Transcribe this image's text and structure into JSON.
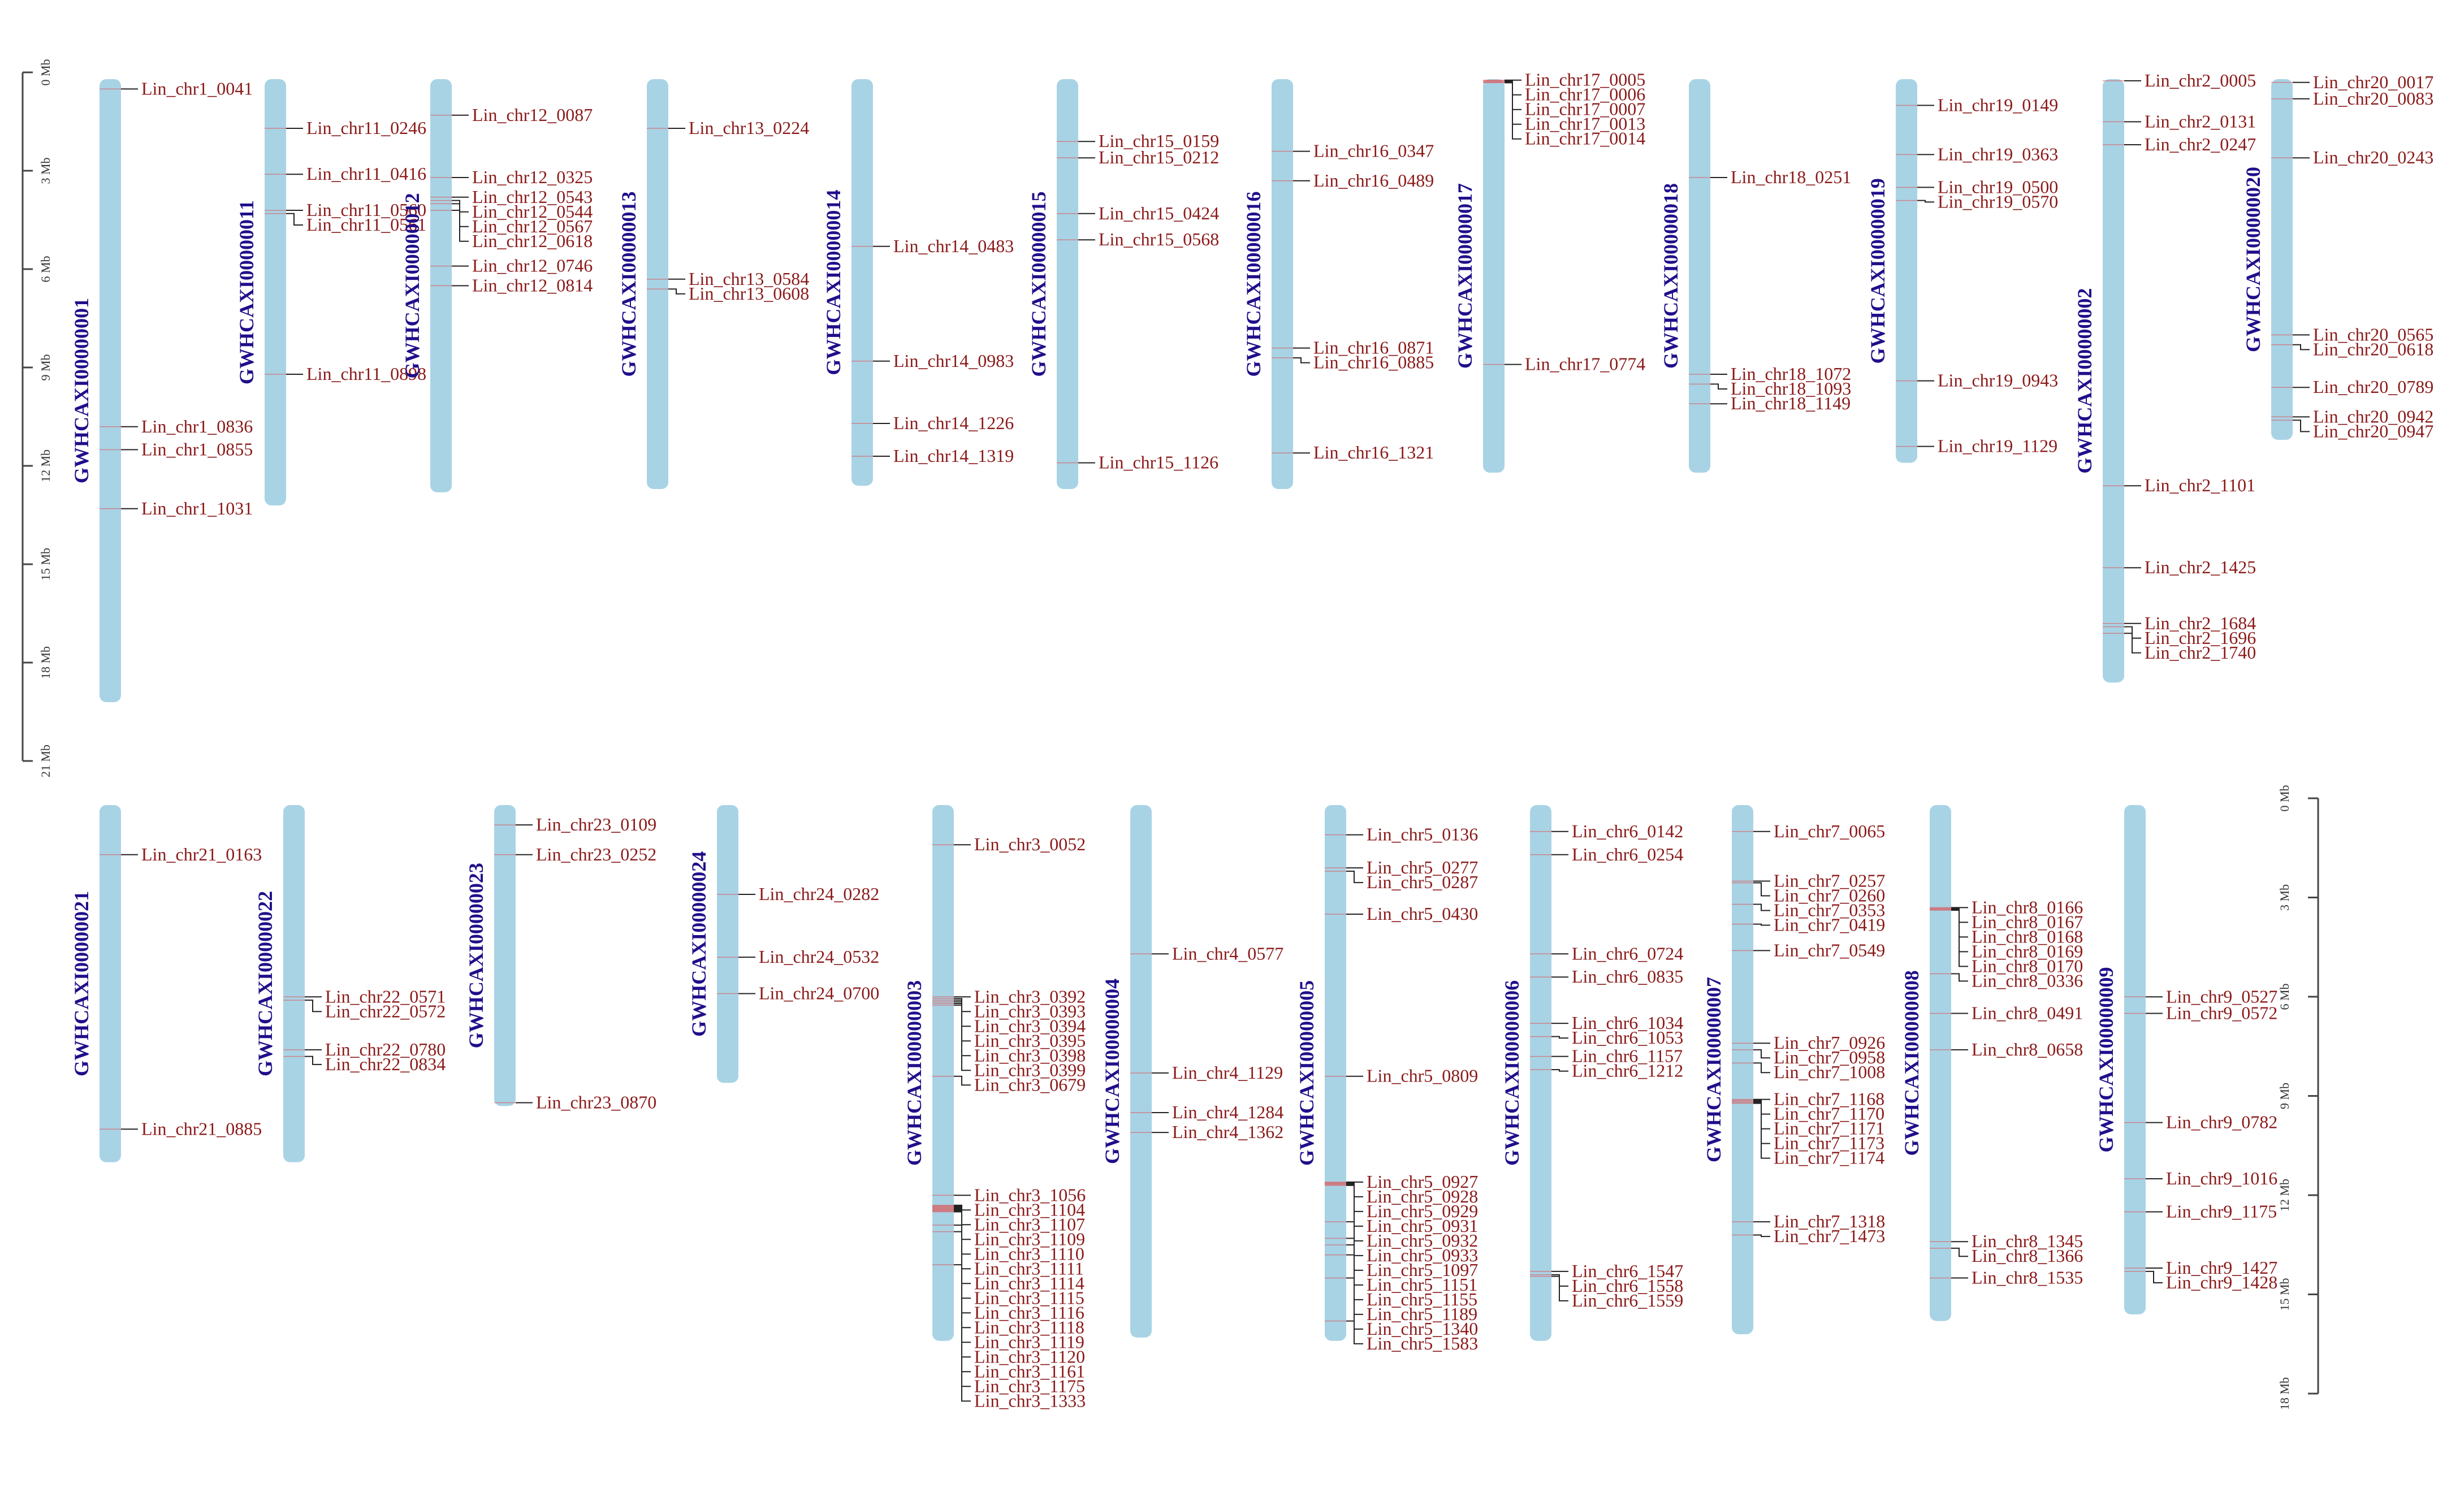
{
  "colors": {
    "chromosome": "#a8d3e5",
    "gene_label": "#8b1a1a",
    "chromosome_label": "#1f0f8a",
    "connector": "#222222",
    "highlight": "#e05050",
    "scale": "#444444"
  },
  "scales": [
    {
      "ticks": [
        "0 Mb",
        "3 Mb",
        "6 Mb",
        "9 Mb",
        "12 Mb",
        "15 Mb",
        "18 Mb",
        "21 Mb"
      ]
    },
    {
      "ticks": [
        "0 Mb",
        "3 Mb",
        "6 Mb",
        "9 Mb",
        "12 Mb",
        "15 Mb",
        "18 Mb"
      ]
    }
  ],
  "chromosomes": [
    {
      "name": "GWHCAXI00000001",
      "length_mb": 19.0,
      "genes": [
        {
          "id": "Lin_chr1_0041",
          "pos_mb": 0.3
        },
        {
          "id": "Lin_chr1_0836",
          "pos_mb": 10.6
        },
        {
          "id": "Lin_chr1_0855",
          "pos_mb": 11.3
        },
        {
          "id": "Lin_chr1_1031",
          "pos_mb": 13.1
        }
      ]
    },
    {
      "name": "GWHCAXI00000011",
      "length_mb": 13.0,
      "genes": [
        {
          "id": "Lin_chr11_0246",
          "pos_mb": 1.5
        },
        {
          "id": "Lin_chr11_0416",
          "pos_mb": 2.9
        },
        {
          "id": "Lin_chr11_0560",
          "pos_mb": 4.0
        },
        {
          "id": "Lin_chr11_0561",
          "pos_mb": 4.1
        },
        {
          "id": "Lin_chr11_0898",
          "pos_mb": 9.0
        }
      ]
    },
    {
      "name": "GWHCAXI00000012",
      "length_mb": 12.6,
      "genes": [
        {
          "id": "Lin_chr12_0087",
          "pos_mb": 1.1
        },
        {
          "id": "Lin_chr12_0325",
          "pos_mb": 3.0
        },
        {
          "id": "Lin_chr12_0543",
          "pos_mb": 3.6
        },
        {
          "id": "Lin_chr12_0544",
          "pos_mb": 3.7
        },
        {
          "id": "Lin_chr12_0567",
          "pos_mb": 3.8
        },
        {
          "id": "Lin_chr12_0618",
          "pos_mb": 4.0
        },
        {
          "id": "Lin_chr12_0746",
          "pos_mb": 5.7
        },
        {
          "id": "Lin_chr12_0814",
          "pos_mb": 6.3
        }
      ]
    },
    {
      "name": "GWHCAXI00000013",
      "length_mb": 12.5,
      "genes": [
        {
          "id": "Lin_chr13_0224",
          "pos_mb": 1.5
        },
        {
          "id": "Lin_chr13_0584",
          "pos_mb": 6.1
        },
        {
          "id": "Lin_chr13_0608",
          "pos_mb": 6.4
        }
      ]
    },
    {
      "name": "GWHCAXI00000014",
      "length_mb": 12.4,
      "genes": [
        {
          "id": "Lin_chr14_0483",
          "pos_mb": 5.1
        },
        {
          "id": "Lin_chr14_0983",
          "pos_mb": 8.6
        },
        {
          "id": "Lin_chr14_1226",
          "pos_mb": 10.5
        },
        {
          "id": "Lin_chr14_1319",
          "pos_mb": 11.5
        }
      ]
    },
    {
      "name": "GWHCAXI00000015",
      "length_mb": 12.5,
      "genes": [
        {
          "id": "Lin_chr15_0159",
          "pos_mb": 1.9
        },
        {
          "id": "Lin_chr15_0212",
          "pos_mb": 2.4
        },
        {
          "id": "Lin_chr15_0424",
          "pos_mb": 4.1
        },
        {
          "id": "Lin_chr15_0568",
          "pos_mb": 4.9
        },
        {
          "id": "Lin_chr15_1126",
          "pos_mb": 11.7
        }
      ]
    },
    {
      "name": "GWHCAXI00000016",
      "length_mb": 12.5,
      "genes": [
        {
          "id": "Lin_chr16_0347",
          "pos_mb": 2.2
        },
        {
          "id": "Lin_chr16_0489",
          "pos_mb": 3.1
        },
        {
          "id": "Lin_chr16_0871",
          "pos_mb": 8.2
        },
        {
          "id": "Lin_chr16_0885",
          "pos_mb": 8.5
        },
        {
          "id": "Lin_chr16_1321",
          "pos_mb": 11.4
        }
      ]
    },
    {
      "name": "GWHCAXI00000017",
      "length_mb": 12.0,
      "genes": [
        {
          "id": "Lin_chr17_0005",
          "pos_mb": 0.03
        },
        {
          "id": "Lin_chr17_0006",
          "pos_mb": 0.05
        },
        {
          "id": "Lin_chr17_0007",
          "pos_mb": 0.07
        },
        {
          "id": "Lin_chr17_0013",
          "pos_mb": 0.09
        },
        {
          "id": "Lin_chr17_0014",
          "pos_mb": 0.11
        },
        {
          "id": "Lin_chr17_0774",
          "pos_mb": 8.7
        }
      ]
    },
    {
      "name": "GWHCAXI00000018",
      "length_mb": 12.0,
      "genes": [
        {
          "id": "Lin_chr18_0251",
          "pos_mb": 3.0
        },
        {
          "id": "Lin_chr18_1072",
          "pos_mb": 9.0
        },
        {
          "id": "Lin_chr18_1093",
          "pos_mb": 9.3
        },
        {
          "id": "Lin_chr18_1149",
          "pos_mb": 9.9
        }
      ]
    },
    {
      "name": "GWHCAXI00000019",
      "length_mb": 11.7,
      "genes": [
        {
          "id": "Lin_chr19_0149",
          "pos_mb": 0.8
        },
        {
          "id": "Lin_chr19_0363",
          "pos_mb": 2.3
        },
        {
          "id": "Lin_chr19_0500",
          "pos_mb": 3.3
        },
        {
          "id": "Lin_chr19_0570",
          "pos_mb": 3.7
        },
        {
          "id": "Lin_chr19_0943",
          "pos_mb": 9.2
        },
        {
          "id": "Lin_chr19_1129",
          "pos_mb": 11.2
        }
      ]
    },
    {
      "name": "GWHCAXI00000002",
      "length_mb": 18.4,
      "genes": [
        {
          "id": "Lin_chr2_0005",
          "pos_mb": 0.05
        },
        {
          "id": "Lin_chr2_0131",
          "pos_mb": 1.3
        },
        {
          "id": "Lin_chr2_0247",
          "pos_mb": 2.0
        },
        {
          "id": "Lin_chr2_1101",
          "pos_mb": 12.4
        },
        {
          "id": "Lin_chr2_1425",
          "pos_mb": 14.9
        },
        {
          "id": "Lin_chr2_1684",
          "pos_mb": 16.6
        },
        {
          "id": "Lin_chr2_1696",
          "pos_mb": 16.7
        },
        {
          "id": "Lin_chr2_1740",
          "pos_mb": 16.9
        }
      ]
    },
    {
      "name": "GWHCAXI00000020",
      "length_mb": 11.0,
      "genes": [
        {
          "id": "Lin_chr20_0017",
          "pos_mb": 0.1
        },
        {
          "id": "Lin_chr20_0083",
          "pos_mb": 0.6
        },
        {
          "id": "Lin_chr20_0243",
          "pos_mb": 2.4
        },
        {
          "id": "Lin_chr20_0565",
          "pos_mb": 7.8
        },
        {
          "id": "Lin_chr20_0618",
          "pos_mb": 8.1
        },
        {
          "id": "Lin_chr20_0789",
          "pos_mb": 9.4
        },
        {
          "id": "Lin_chr20_0942",
          "pos_mb": 10.3
        },
        {
          "id": "Lin_chr20_0947",
          "pos_mb": 10.4
        }
      ]
    },
    {
      "name": "GWHCAXI00000021",
      "length_mb": 10.8,
      "genes": [
        {
          "id": "Lin_chr21_0163",
          "pos_mb": 1.5
        },
        {
          "id": "Lin_chr21_0885",
          "pos_mb": 9.8
        }
      ]
    },
    {
      "name": "GWHCAXI00000022",
      "length_mb": 10.8,
      "genes": [
        {
          "id": "Lin_chr22_0571",
          "pos_mb": 5.8
        },
        {
          "id": "Lin_chr22_0572",
          "pos_mb": 5.9
        },
        {
          "id": "Lin_chr22_0780",
          "pos_mb": 7.4
        },
        {
          "id": "Lin_chr22_0834",
          "pos_mb": 7.6
        }
      ]
    },
    {
      "name": "GWHCAXI00000023",
      "length_mb": 9.1,
      "genes": [
        {
          "id": "Lin_chr23_0109",
          "pos_mb": 0.6
        },
        {
          "id": "Lin_chr23_0252",
          "pos_mb": 1.5
        },
        {
          "id": "Lin_chr23_0870",
          "pos_mb": 9.0
        }
      ]
    },
    {
      "name": "GWHCAXI00000024",
      "length_mb": 8.4,
      "genes": [
        {
          "id": "Lin_chr24_0282",
          "pos_mb": 2.7
        },
        {
          "id": "Lin_chr24_0532",
          "pos_mb": 4.6
        },
        {
          "id": "Lin_chr24_0700",
          "pos_mb": 5.7
        }
      ]
    },
    {
      "name": "GWHCAXI00000003",
      "length_mb": 16.2,
      "genes": [
        {
          "id": "Lin_chr3_0052",
          "pos_mb": 1.2
        },
        {
          "id": "Lin_chr3_0392",
          "pos_mb": 5.8
        },
        {
          "id": "Lin_chr3_0393",
          "pos_mb": 5.85
        },
        {
          "id": "Lin_chr3_0394",
          "pos_mb": 5.9
        },
        {
          "id": "Lin_chr3_0395",
          "pos_mb": 5.95
        },
        {
          "id": "Lin_chr3_0398",
          "pos_mb": 6.0
        },
        {
          "id": "Lin_chr3_0399",
          "pos_mb": 6.05
        },
        {
          "id": "Lin_chr3_0679",
          "pos_mb": 8.2
        },
        {
          "id": "Lin_chr3_1056",
          "pos_mb": 11.8
        },
        {
          "id": "Lin_chr3_1104",
          "pos_mb": 12.1
        },
        {
          "id": "Lin_chr3_1107",
          "pos_mb": 12.12
        },
        {
          "id": "Lin_chr3_1109",
          "pos_mb": 12.14
        },
        {
          "id": "Lin_chr3_1110",
          "pos_mb": 12.16
        },
        {
          "id": "Lin_chr3_1111",
          "pos_mb": 12.18
        },
        {
          "id": "Lin_chr3_1114",
          "pos_mb": 12.2
        },
        {
          "id": "Lin_chr3_1115",
          "pos_mb": 12.22
        },
        {
          "id": "Lin_chr3_1116",
          "pos_mb": 12.24
        },
        {
          "id": "Lin_chr3_1118",
          "pos_mb": 12.26
        },
        {
          "id": "Lin_chr3_1119",
          "pos_mb": 12.28
        },
        {
          "id": "Lin_chr3_1120",
          "pos_mb": 12.3
        },
        {
          "id": "Lin_chr3_1161",
          "pos_mb": 12.7
        },
        {
          "id": "Lin_chr3_1175",
          "pos_mb": 12.9
        },
        {
          "id": "Lin_chr3_1333",
          "pos_mb": 13.9
        }
      ]
    },
    {
      "name": "GWHCAXI00000004",
      "length_mb": 16.1,
      "genes": [
        {
          "id": "Lin_chr4_0577",
          "pos_mb": 4.5
        },
        {
          "id": "Lin_chr4_1129",
          "pos_mb": 8.1
        },
        {
          "id": "Lin_chr4_1284",
          "pos_mb": 9.3
        },
        {
          "id": "Lin_chr4_1362",
          "pos_mb": 9.9
        }
      ]
    },
    {
      "name": "GWHCAXI00000005",
      "length_mb": 16.2,
      "genes": [
        {
          "id": "Lin_chr5_0136",
          "pos_mb": 0.9
        },
        {
          "id": "Lin_chr5_0277",
          "pos_mb": 1.9
        },
        {
          "id": "Lin_chr5_0287",
          "pos_mb": 2.0
        },
        {
          "id": "Lin_chr5_0430",
          "pos_mb": 3.3
        },
        {
          "id": "Lin_chr5_0809",
          "pos_mb": 8.2
        },
        {
          "id": "Lin_chr5_0927",
          "pos_mb": 11.4
        },
        {
          "id": "Lin_chr5_0928",
          "pos_mb": 11.42
        },
        {
          "id": "Lin_chr5_0929",
          "pos_mb": 11.44
        },
        {
          "id": "Lin_chr5_0931",
          "pos_mb": 11.46
        },
        {
          "id": "Lin_chr5_0932",
          "pos_mb": 11.48
        },
        {
          "id": "Lin_chr5_0933",
          "pos_mb": 11.5
        },
        {
          "id": "Lin_chr5_1097",
          "pos_mb": 12.6
        },
        {
          "id": "Lin_chr5_1151",
          "pos_mb": 13.1
        },
        {
          "id": "Lin_chr5_1155",
          "pos_mb": 13.3
        },
        {
          "id": "Lin_chr5_1189",
          "pos_mb": 13.6
        },
        {
          "id": "Lin_chr5_1340",
          "pos_mb": 14.3
        },
        {
          "id": "Lin_chr5_1583",
          "pos_mb": 15.6
        }
      ]
    },
    {
      "name": "GWHCAXI00000006",
      "length_mb": 16.2,
      "genes": [
        {
          "id": "Lin_chr6_0142",
          "pos_mb": 0.8
        },
        {
          "id": "Lin_chr6_0254",
          "pos_mb": 1.5
        },
        {
          "id": "Lin_chr6_0724",
          "pos_mb": 4.5
        },
        {
          "id": "Lin_chr6_0835",
          "pos_mb": 5.2
        },
        {
          "id": "Lin_chr6_1034",
          "pos_mb": 6.6
        },
        {
          "id": "Lin_chr6_1053",
          "pos_mb": 7.0
        },
        {
          "id": "Lin_chr6_1157",
          "pos_mb": 7.6
        },
        {
          "id": "Lin_chr6_1212",
          "pos_mb": 8.0
        },
        {
          "id": "Lin_chr6_1547",
          "pos_mb": 14.1
        },
        {
          "id": "Lin_chr6_1558",
          "pos_mb": 14.2
        },
        {
          "id": "Lin_chr6_1559",
          "pos_mb": 14.25
        }
      ]
    },
    {
      "name": "GWHCAXI00000007",
      "length_mb": 16.0,
      "genes": [
        {
          "id": "Lin_chr7_0065",
          "pos_mb": 0.8
        },
        {
          "id": "Lin_chr7_0257",
          "pos_mb": 2.3
        },
        {
          "id": "Lin_chr7_0260",
          "pos_mb": 2.35
        },
        {
          "id": "Lin_chr7_0353",
          "pos_mb": 3.0
        },
        {
          "id": "Lin_chr7_0419",
          "pos_mb": 3.6
        },
        {
          "id": "Lin_chr7_0549",
          "pos_mb": 4.4
        },
        {
          "id": "Lin_chr7_0926",
          "pos_mb": 7.2
        },
        {
          "id": "Lin_chr7_0958",
          "pos_mb": 7.4
        },
        {
          "id": "Lin_chr7_1008",
          "pos_mb": 7.8
        },
        {
          "id": "Lin_chr7_1168",
          "pos_mb": 8.9
        },
        {
          "id": "Lin_chr7_1170",
          "pos_mb": 8.93
        },
        {
          "id": "Lin_chr7_1171",
          "pos_mb": 8.96
        },
        {
          "id": "Lin_chr7_1173",
          "pos_mb": 8.99
        },
        {
          "id": "Lin_chr7_1174",
          "pos_mb": 9.02
        },
        {
          "id": "Lin_chr7_1318",
          "pos_mb": 12.6
        },
        {
          "id": "Lin_chr7_1473",
          "pos_mb": 13.0
        }
      ]
    },
    {
      "name": "GWHCAXI00000008",
      "length_mb": 15.6,
      "genes": [
        {
          "id": "Lin_chr8_0166",
          "pos_mb": 3.1
        },
        {
          "id": "Lin_chr8_0167",
          "pos_mb": 3.12
        },
        {
          "id": "Lin_chr8_0168",
          "pos_mb": 3.14
        },
        {
          "id": "Lin_chr8_0169",
          "pos_mb": 3.16
        },
        {
          "id": "Lin_chr8_0170",
          "pos_mb": 3.18
        },
        {
          "id": "Lin_chr8_0336",
          "pos_mb": 5.1
        },
        {
          "id": "Lin_chr8_0491",
          "pos_mb": 6.3
        },
        {
          "id": "Lin_chr8_0658",
          "pos_mb": 7.4
        },
        {
          "id": "Lin_chr8_1345",
          "pos_mb": 13.2
        },
        {
          "id": "Lin_chr8_1366",
          "pos_mb": 13.4
        },
        {
          "id": "Lin_chr8_1535",
          "pos_mb": 14.3
        }
      ]
    },
    {
      "name": "GWHCAXI00000009",
      "length_mb": 15.4,
      "genes": [
        {
          "id": "Lin_chr9_0527",
          "pos_mb": 5.8
        },
        {
          "id": "Lin_chr9_0572",
          "pos_mb": 6.3
        },
        {
          "id": "Lin_chr9_0782",
          "pos_mb": 9.6
        },
        {
          "id": "Lin_chr9_1016",
          "pos_mb": 11.3
        },
        {
          "id": "Lin_chr9_1175",
          "pos_mb": 12.3
        },
        {
          "id": "Lin_chr9_1427",
          "pos_mb": 14.0
        },
        {
          "id": "Lin_chr9_1428",
          "pos_mb": 14.1
        }
      ]
    }
  ]
}
